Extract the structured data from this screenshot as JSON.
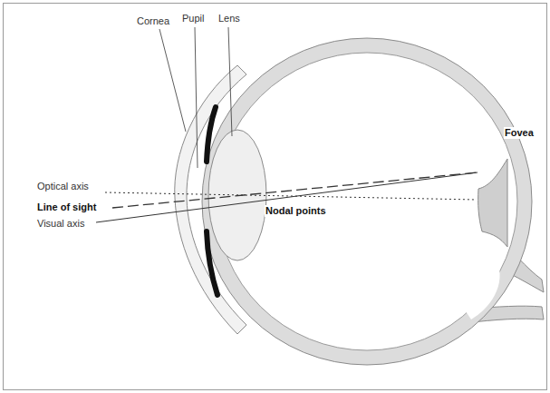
{
  "diagram": {
    "labels": [
      "Cornea",
      "Pupil",
      "Lens",
      "Fovea",
      "Optical axis",
      "Line of sight",
      "Visual axis",
      "Nodal points"
    ]
  }
}
